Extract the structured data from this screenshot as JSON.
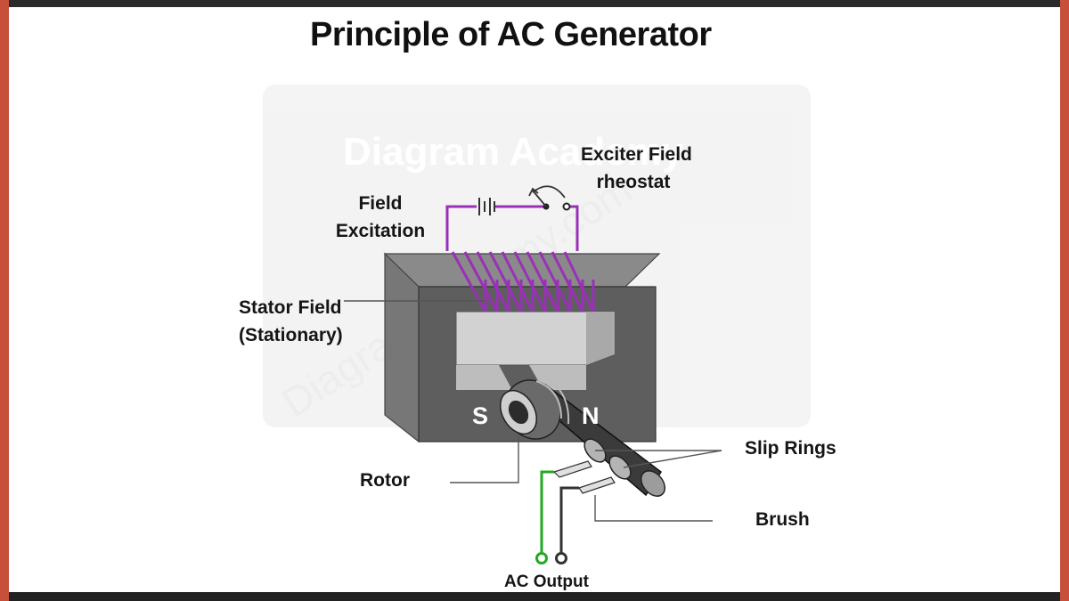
{
  "title": "Principle of AC Generator",
  "labels": {
    "exciter_field_line1": "Exciter Field",
    "exciter_field_line2": "rheostat",
    "field_excitation_line1": "Field",
    "field_excitation_line2": "Excitation",
    "stator_field_line1": "Stator Field",
    "stator_field_line2": "(Stationary)",
    "rotor": "Rotor",
    "slip_rings": "Slip Rings",
    "brush": "Brush",
    "ac_output": "AC Output",
    "pole_south": "S",
    "pole_north": "N"
  },
  "watermark": {
    "text_top": "Diagram Academy",
    "text_diagonal": "Diagramacademy.com"
  },
  "colors": {
    "frame_side": "#c8503a",
    "frame_band": "#2a2a2a",
    "stator_front": "#5e5e5e",
    "stator_top": "#8a8a8a",
    "stator_inner": "#cfcfcf",
    "coil": "#9b30b8",
    "output_wire_1": "#22aa22",
    "output_wire_2": "#333333",
    "leader_line": "#555555"
  }
}
